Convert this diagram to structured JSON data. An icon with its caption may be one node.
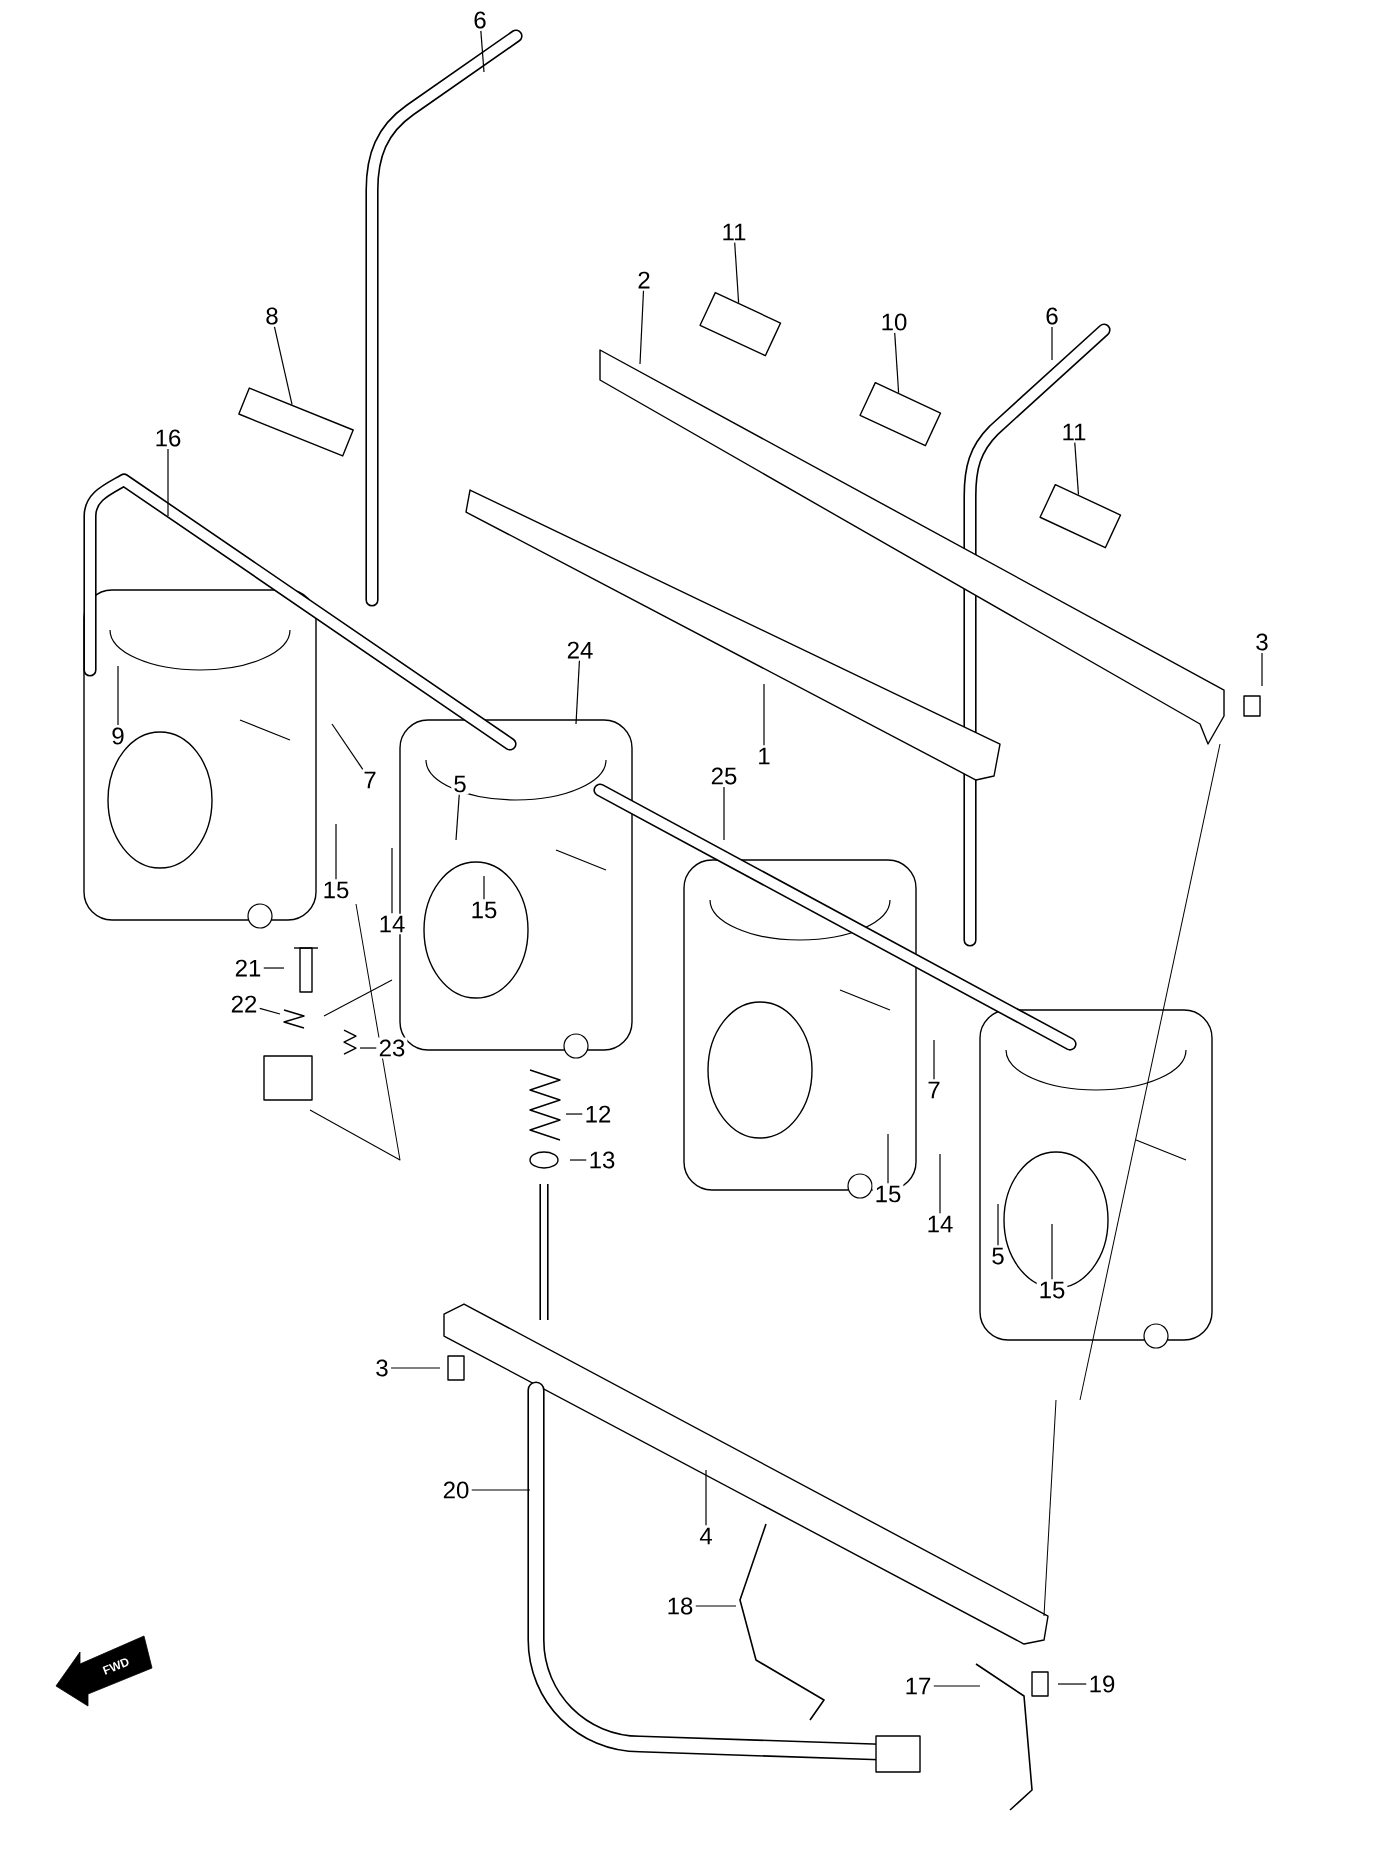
{
  "diagram": {
    "nodes": [
      {
        "text": [
          "6"
        ]
      },
      {
        "text": [
          "2"
        ]
      },
      {
        "text": [
          "11"
        ]
      },
      {
        "text": [
          "8"
        ]
      },
      {
        "text": [
          "10"
        ]
      },
      {
        "text": [
          "6"
        ]
      },
      {
        "text": [
          "11"
        ]
      },
      {
        "text": [
          "16"
        ]
      },
      {
        "text": [
          "3"
        ]
      },
      {
        "text": [
          "24"
        ]
      },
      {
        "text": [
          "9"
        ]
      },
      {
        "text": [
          "1"
        ]
      },
      {
        "text": [
          "7"
        ]
      },
      {
        "text": [
          "5"
        ]
      },
      {
        "text": [
          "25"
        ]
      },
      {
        "text": [
          "15"
        ]
      },
      {
        "text": [
          "14"
        ]
      },
      {
        "text": [
          "15"
        ]
      },
      {
        "text": [
          "21"
        ]
      },
      {
        "text": [
          "22"
        ]
      },
      {
        "text": [
          "23"
        ]
      },
      {
        "text": [
          "7"
        ]
      },
      {
        "text": [
          "12"
        ]
      },
      {
        "text": [
          "13"
        ]
      },
      {
        "text": [
          "15"
        ]
      },
      {
        "text": [
          "14"
        ]
      },
      {
        "text": [
          "5"
        ]
      },
      {
        "text": [
          "15"
        ]
      },
      {
        "text": [
          "3"
        ]
      },
      {
        "text": [
          "20"
        ]
      },
      {
        "text": [
          "4"
        ]
      },
      {
        "text": [
          "18"
        ]
      },
      {
        "text": [
          "17"
        ]
      },
      {
        "text": [
          "19"
        ]
      },
      {
        "text": [],
        "shape": "cylinder"
      },
      {
        "text": [],
        "shape": "cylinder"
      },
      {
        "text": [],
        "shape": "cylinder"
      },
      {
        "text": [],
        "shape": "bar"
      }
    ],
    "edges": [
      {
        "from": 0,
        "to": null,
        "arrow": "none"
      },
      {
        "from": 1,
        "to": null,
        "arrow": "none"
      },
      {
        "from": 2,
        "to": 34,
        "arrow": "none"
      },
      {
        "from": 3,
        "to": 37,
        "arrow": "none"
      },
      {
        "from": 4,
        "to": 35,
        "arrow": "none"
      },
      {
        "from": 5,
        "to": null,
        "arrow": "none"
      },
      {
        "from": 6,
        "to": 36,
        "arrow": "none"
      },
      {
        "from": 7,
        "to": null,
        "arrow": "none"
      },
      {
        "from": 8,
        "to": null,
        "arrow": "none"
      },
      {
        "from": 9,
        "to": null,
        "arrow": "none"
      },
      {
        "from": 10,
        "to": null,
        "arrow": "none"
      },
      {
        "from": 11,
        "to": null,
        "arrow": "none"
      },
      {
        "from": 12,
        "to": null,
        "arrow": "none"
      },
      {
        "from": 13,
        "to": null,
        "arrow": "none"
      },
      {
        "from": 14,
        "to": null,
        "arrow": "none"
      },
      {
        "from": 15,
        "to": null,
        "arrow": "none"
      },
      {
        "from": 16,
        "to": null,
        "arrow": "none"
      },
      {
        "from": 17,
        "to": null,
        "arrow": "none"
      },
      {
        "from": 18,
        "to": null,
        "arrow": "none"
      },
      {
        "from": 19,
        "to": null,
        "arrow": "none"
      },
      {
        "from": 20,
        "to": null,
        "arrow": "none"
      },
      {
        "from": 21,
        "to": null,
        "arrow": "none"
      },
      {
        "from": 22,
        "to": null,
        "arrow": "none"
      },
      {
        "from": 23,
        "to": null,
        "arrow": "none"
      },
      {
        "from": 24,
        "to": null,
        "arrow": "none"
      },
      {
        "from": 25,
        "to": null,
        "arrow": "none"
      },
      {
        "from": 26,
        "to": null,
        "arrow": "none"
      },
      {
        "from": 27,
        "to": null,
        "arrow": "none"
      },
      {
        "from": 28,
        "to": null,
        "arrow": "none"
      },
      {
        "from": 29,
        "to": null,
        "arrow": "none"
      },
      {
        "from": 30,
        "to": null,
        "arrow": "none"
      },
      {
        "from": 31,
        "to": null,
        "arrow": "none"
      },
      {
        "from": 32,
        "to": null,
        "arrow": "none"
      },
      {
        "from": 33,
        "to": null,
        "arrow": "none"
      }
    ],
    "labels": [
      "FWD"
    ]
  }
}
